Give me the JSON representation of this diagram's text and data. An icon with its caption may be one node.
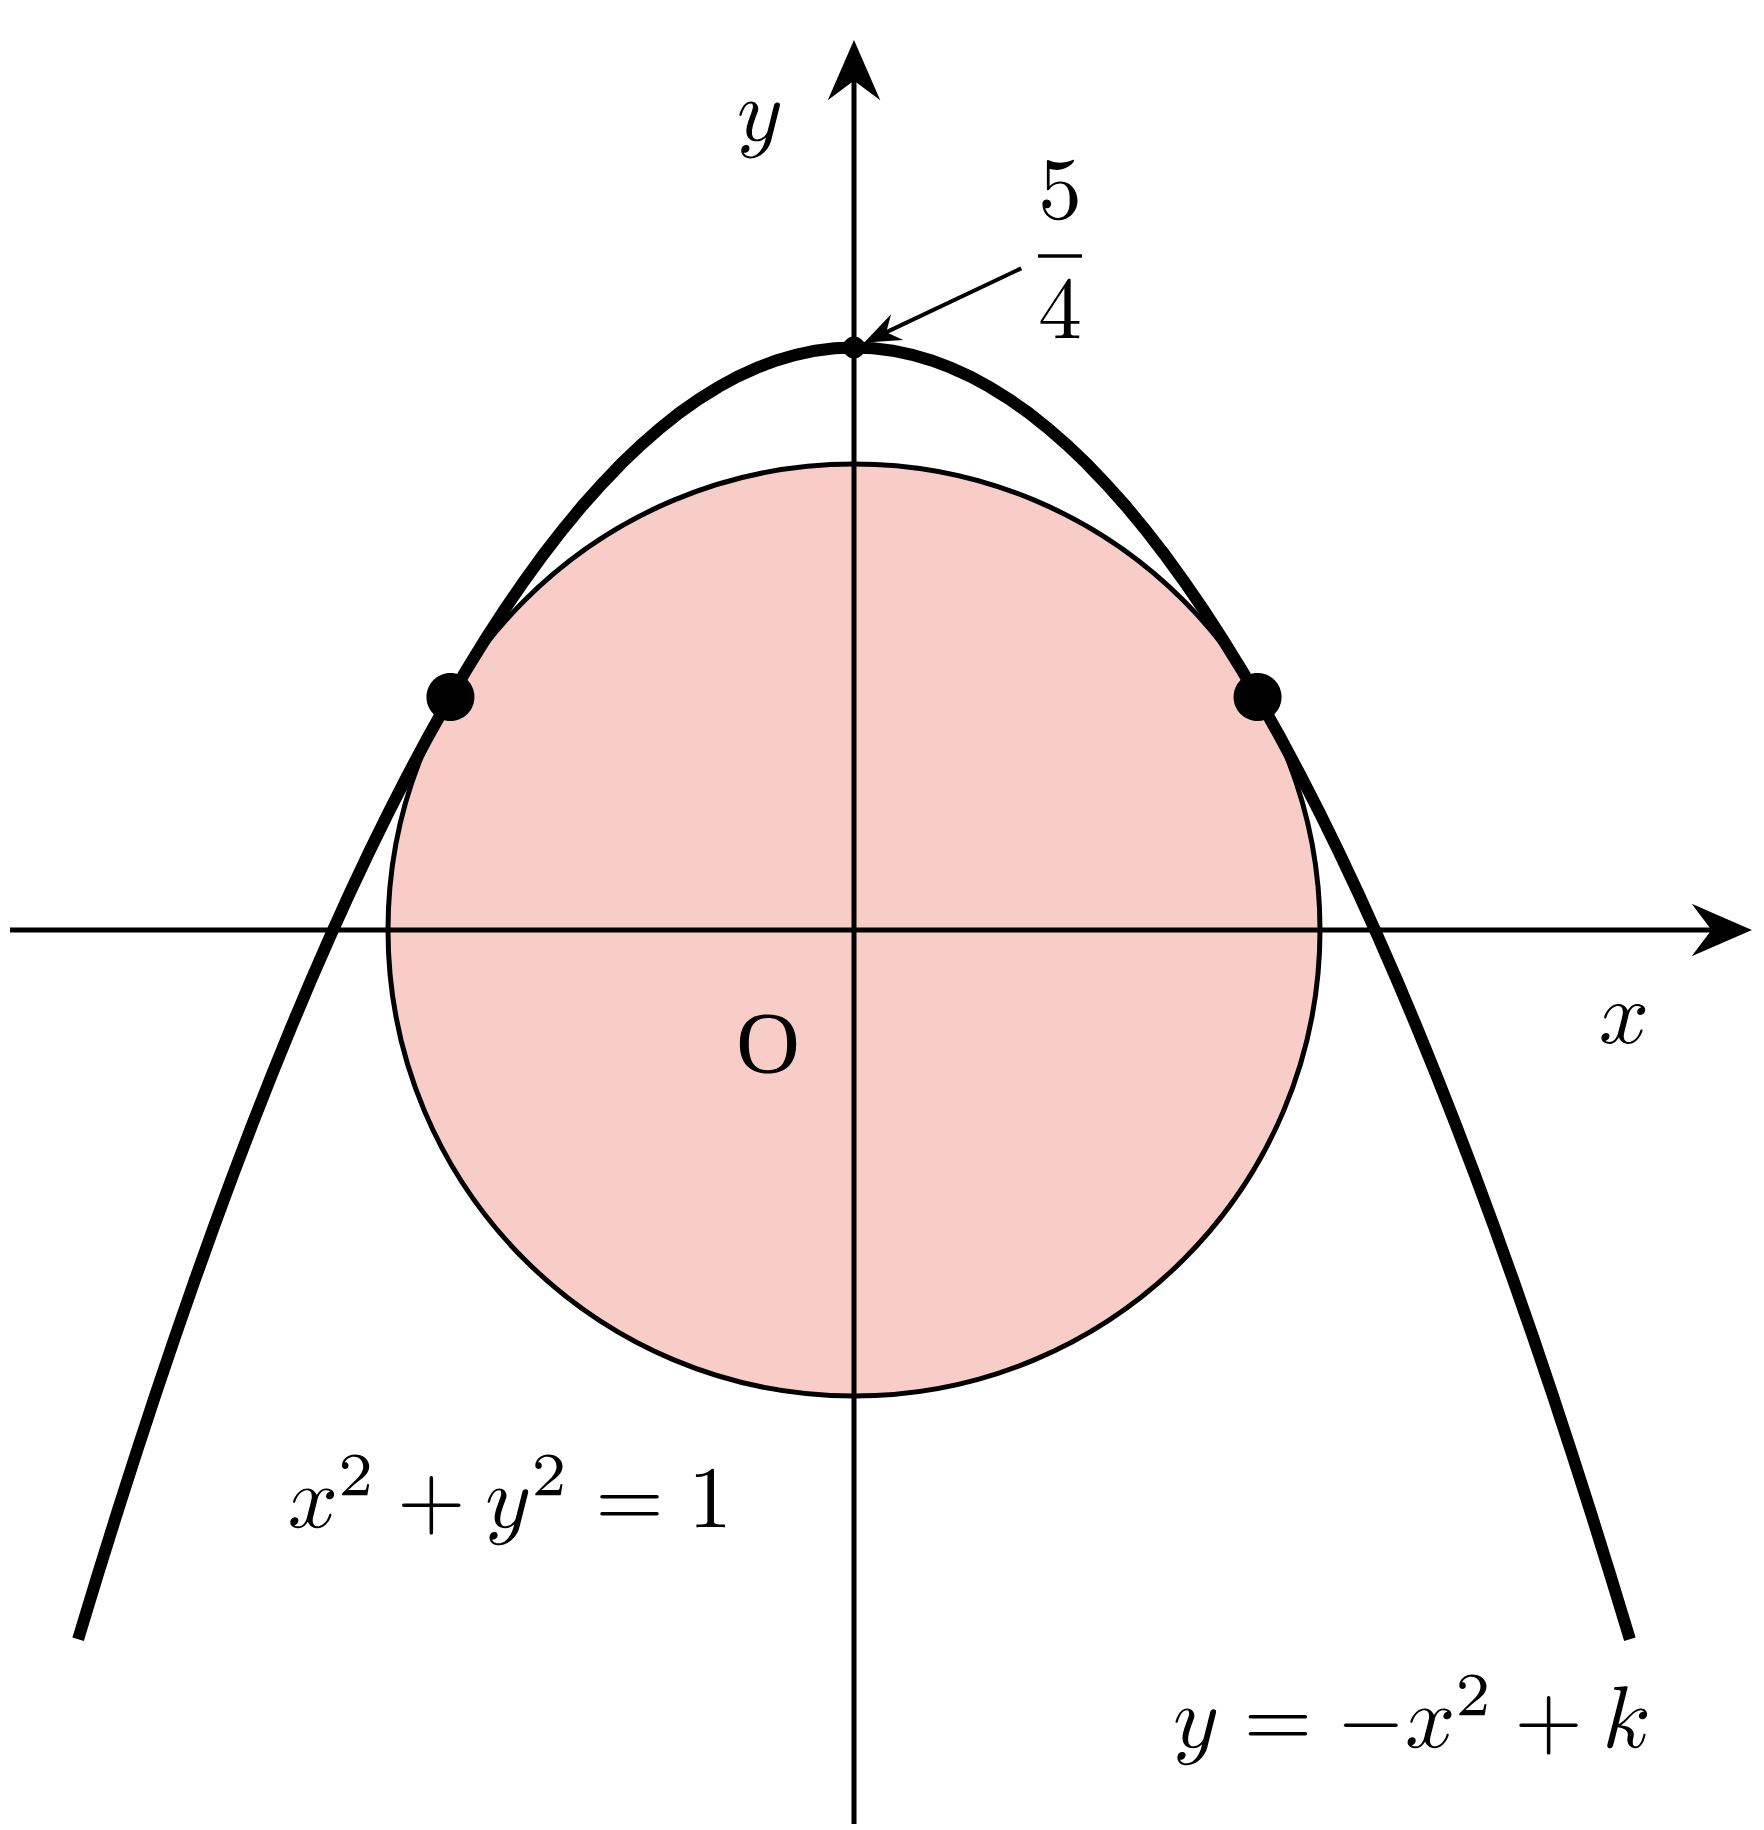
{
  "diagram": {
    "nodes": [
      {
        "text": [
          "\\frac{5}{4}"
        ]
      },
      {
        "text": [],
        "shape": "point"
      }
    ],
    "edges": [
      {
        "from": 0,
        "to": 1,
        "arrow": "to"
      }
    ],
    "labels": [
      "y",
      "x",
      "O",
      "x^2+y^2=1",
      "y=-x^2+k"
    ]
  }
}
